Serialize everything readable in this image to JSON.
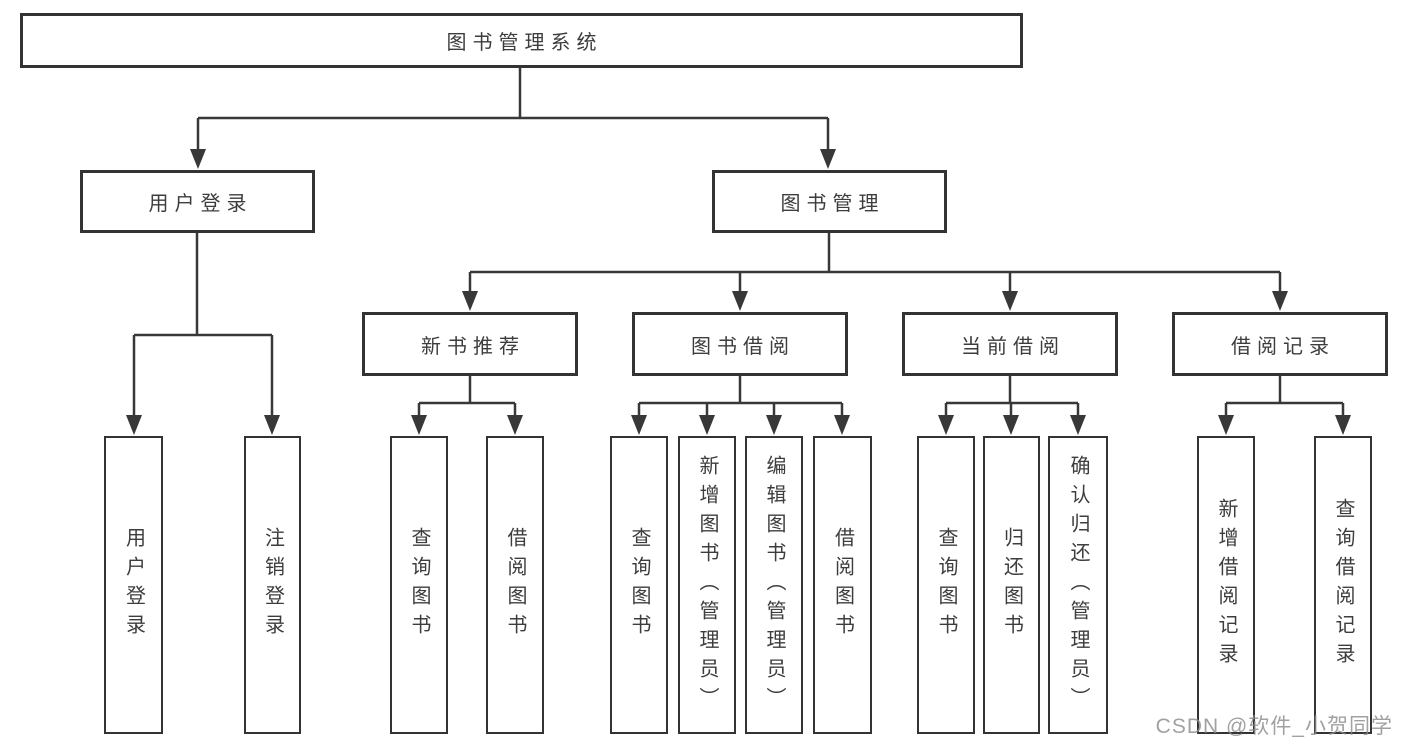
{
  "colors": {
    "box_border": "#333333",
    "line": "#383838",
    "text": "#3d3d3d",
    "watermark": "#8c8c8c"
  },
  "watermark": "CSDN @软件_小贺同学",
  "tree": {
    "label": "图书管理系统",
    "children": [
      {
        "label": "用户登录",
        "children": [
          {
            "label": "用户登录"
          },
          {
            "label": "注销登录"
          }
        ]
      },
      {
        "label": "图书管理",
        "children": [
          {
            "label": "新书推荐",
            "children": [
              {
                "label": "查询图书"
              },
              {
                "label": "借阅图书"
              }
            ]
          },
          {
            "label": "图书借阅",
            "children": [
              {
                "label": "查询图书"
              },
              {
                "label": "新增图书（管理员）"
              },
              {
                "label": "编辑图书（管理员）"
              },
              {
                "label": "借阅图书"
              }
            ]
          },
          {
            "label": "当前借阅",
            "children": [
              {
                "label": "查询图书"
              },
              {
                "label": "归还图书"
              },
              {
                "label": "确认归还（管理员）"
              }
            ]
          },
          {
            "label": "借阅记录",
            "children": [
              {
                "label": "新增借阅记录"
              },
              {
                "label": "查询借阅记录"
              }
            ]
          }
        ]
      }
    ]
  }
}
